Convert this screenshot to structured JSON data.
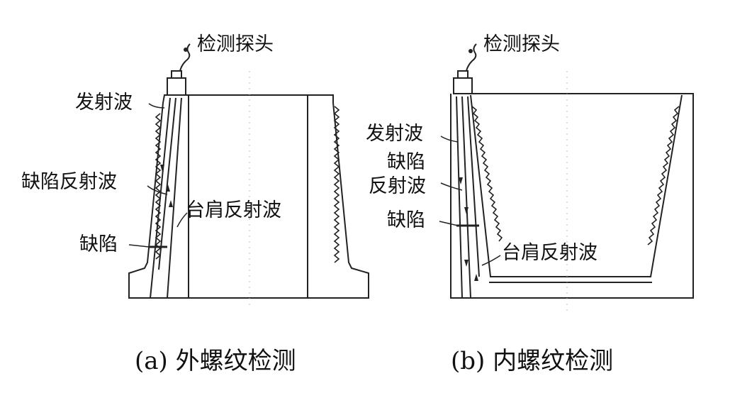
{
  "panel_a": {
    "probe_label": "检测探头",
    "emitted_wave_label": "发射波",
    "defect_reflection_label": "缺陷反射波",
    "shoulder_reflection_label": "台肩反射波",
    "defect_label": "缺陷",
    "caption": "(a) 外螺纹检测"
  },
  "panel_b": {
    "probe_label": "检测探头",
    "emitted_wave_label": "发射波",
    "defect_reflection_label_line1": "缺陷",
    "defect_reflection_label_line2": "反射波",
    "defect_label": "缺陷",
    "shoulder_reflection_label": "台肩反射波",
    "caption": "(b) 内螺纹检测"
  }
}
